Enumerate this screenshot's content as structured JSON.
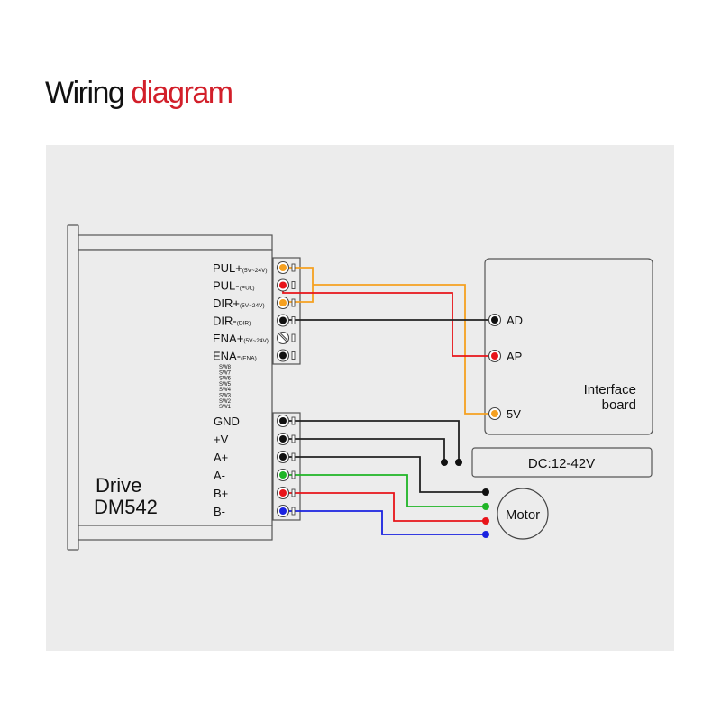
{
  "title": {
    "main": "Wiring",
    "accent": "diagram"
  },
  "colors": {
    "accent": "#d21f2a",
    "panel": "#ececec",
    "orange": "#f5a020",
    "red": "#e8141a",
    "black": "#111111",
    "green": "#1fb526",
    "blue": "#1a22e0",
    "outline": "#555555"
  },
  "drive": {
    "name": "Drive",
    "model": "DM542",
    "signal_terminals": [
      {
        "label": "PUL+",
        "sub": "(5V~24V)",
        "dot": "orange"
      },
      {
        "label": "PUL-",
        "sub": "(PUL)",
        "dot": "red"
      },
      {
        "label": "DIR+",
        "sub": "(5V~24V)",
        "dot": "orange"
      },
      {
        "label": "DIR-",
        "sub": "(DIR)",
        "dot": "black"
      },
      {
        "label": "ENA+",
        "sub": "(5V~24V)",
        "dot": "none"
      },
      {
        "label": "ENA-",
        "sub": "(ENA)",
        "dot": "black"
      }
    ],
    "switches": [
      "SW8",
      "SW7",
      "SW6",
      "SW5",
      "SW4",
      "SW3",
      "SW2",
      "SW1"
    ],
    "power_terminals": [
      {
        "label": "GND",
        "dot": "black"
      },
      {
        "label": "+V",
        "dot": "black"
      },
      {
        "label": "A+",
        "dot": "black"
      },
      {
        "label": "A-",
        "dot": "green"
      },
      {
        "label": "B+",
        "dot": "red"
      },
      {
        "label": "B-",
        "dot": "blue"
      }
    ]
  },
  "interface_board": {
    "label_line1": "Interface",
    "label_line2": "board",
    "pins": [
      {
        "label": "AD",
        "dot": "black"
      },
      {
        "label": "AP",
        "dot": "red"
      },
      {
        "label": "5V",
        "dot": "orange"
      }
    ]
  },
  "power_supply": {
    "label": "DC:12-42V"
  },
  "motor": {
    "label": "Motor"
  },
  "connections": [
    {
      "from": "PUL+",
      "to": "5V",
      "color": "orange"
    },
    {
      "from": "DIR+",
      "to": "5V",
      "color": "orange"
    },
    {
      "from": "PUL-",
      "to": "AP",
      "color": "red"
    },
    {
      "from": "DIR-",
      "to": "AD",
      "color": "black"
    },
    {
      "from": "GND",
      "to": "DC:12-42V",
      "color": "black"
    },
    {
      "from": "+V",
      "to": "DC:12-42V",
      "color": "black"
    },
    {
      "from": "A+",
      "to": "Motor",
      "color": "black"
    },
    {
      "from": "A-",
      "to": "Motor",
      "color": "green"
    },
    {
      "from": "B+",
      "to": "Motor",
      "color": "red"
    },
    {
      "from": "B-",
      "to": "Motor",
      "color": "blue"
    }
  ]
}
